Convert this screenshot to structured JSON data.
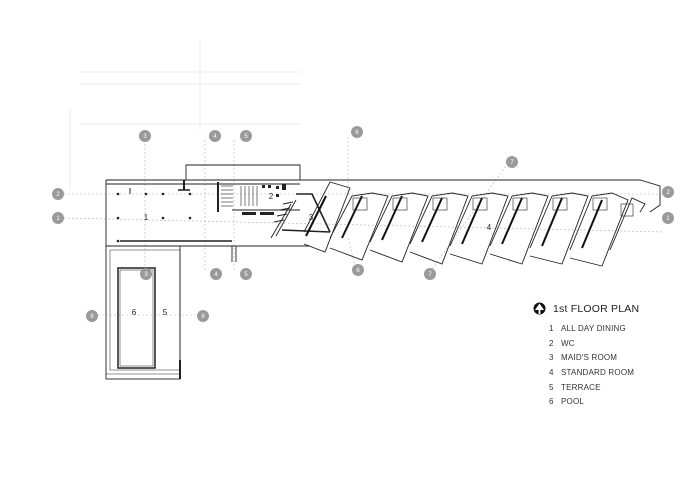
{
  "plan": {
    "title": "1st FLOOR PLAN",
    "legend": [
      {
        "num": "1",
        "label": "ALL DAY DINING"
      },
      {
        "num": "2",
        "label": "WC"
      },
      {
        "num": "3",
        "label": "MAID'S ROOM"
      },
      {
        "num": "4",
        "label": "STANDARD ROOM"
      },
      {
        "num": "5",
        "label": "TERRACE"
      },
      {
        "num": "6",
        "label": "POOL"
      }
    ],
    "room_labels": {
      "r1": "1",
      "r2": "2",
      "r3": "3",
      "r4": "4",
      "r5": "5",
      "r6": "6"
    },
    "grid_bubbles": {
      "top3": "3",
      "top4": "4",
      "top5": "5",
      "top6": "6",
      "top7": "7",
      "left2": "2",
      "left1": "1",
      "right2": "2",
      "right1": "1",
      "bot3": "3",
      "bot4": "4",
      "bot5": "5",
      "bot6": "6",
      "bot7": "7",
      "left8": "8",
      "right8": "8"
    },
    "colors": {
      "line": "#222222",
      "grid": "#b0b0b0",
      "bubble": "#9a9a9a"
    },
    "icons": {
      "north": "north-arrow-icon"
    }
  }
}
